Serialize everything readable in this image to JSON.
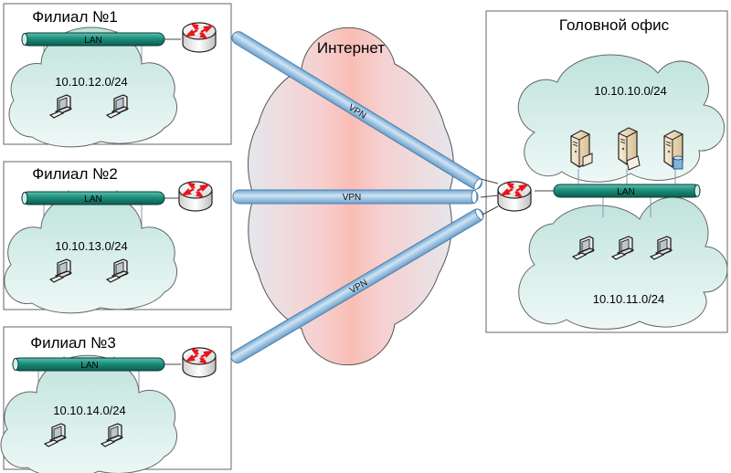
{
  "diagram": {
    "internet": {
      "label": "Интернет"
    },
    "branches": [
      {
        "title": "Филиал №1",
        "lan_label": "LAN",
        "subnet": "10.10.12.0/24",
        "workstations": 2,
        "vpn_label": "VPN"
      },
      {
        "title": "Филиал №2",
        "lan_label": "LAN",
        "subnet": "10.10.13.0/24",
        "workstations": 2,
        "vpn_label": "VPN"
      },
      {
        "title": "Филиал №3",
        "lan_label": "LAN",
        "subnet": "10.10.14.0/24",
        "workstations": 2,
        "vpn_label": "VPN"
      }
    ],
    "head_office": {
      "title": "Головной офис",
      "lan_label": "LAN",
      "server_subnet": "10.10.10.0/24",
      "servers": [
        "server-mail",
        "server-web",
        "server-database"
      ],
      "client_subnet": "10.10.11.0/24",
      "workstations": 3
    },
    "colors": {
      "lan_pipe": "#1a8f7a",
      "vpn_tube": "#8fbfe3",
      "internet_core": "#f9c0b8",
      "internet_edge": "#e4e4ea",
      "subnet_cloud": "#cfe9e4",
      "router_arrow": "#e8151b"
    }
  }
}
